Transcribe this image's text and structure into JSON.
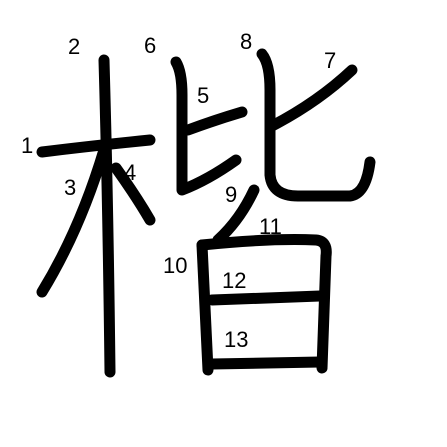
{
  "stroke_color": "#000000",
  "background_color": "#ffffff",
  "stroke_numbers": [
    "1",
    "2",
    "3",
    "4",
    "5",
    "6",
    "7",
    "8",
    "9",
    "10",
    "11",
    "12",
    "13"
  ]
}
